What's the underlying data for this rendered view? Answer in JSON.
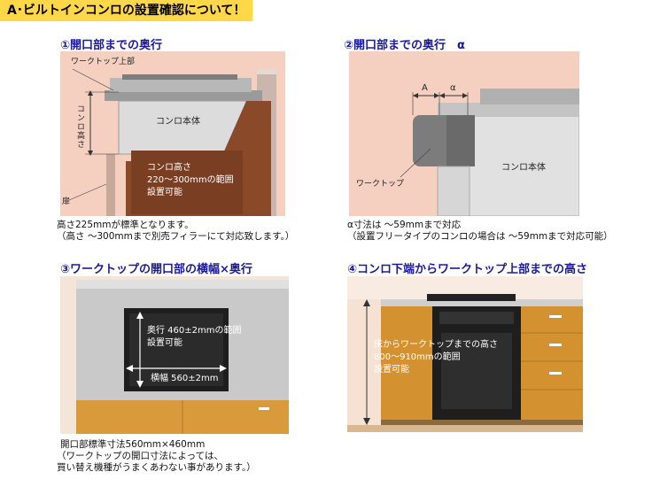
{
  "title": "A･ビルトインコンロの設置確認について！",
  "sections": [
    {
      "title": "①開口部までの奥行",
      "labels": {
        "worktop_top": "ワークトップ上部",
        "stove_body": "コンロ本体",
        "stove_height_v": "コンロ高さ",
        "door": "扉",
        "range_line1": "コンロ高さ",
        "range_line2": "220～300mmの範囲",
        "range_line3": "設置可能"
      },
      "notes": [
        "高さ225mmが標準となります。",
        "（高さ ～300mmまで別売フィラーにて対応致します。）"
      ]
    },
    {
      "title": "②開口部までの奥行　α",
      "labels": {
        "A": "A",
        "alpha": "α",
        "worktop": "ワークトップ",
        "stove_body": "コンロ本体"
      },
      "notes": [
        "α寸法は ～59mmまで対応",
        "（設置フリータイプのコンロの場合は ～59mmまで対応可能）"
      ]
    },
    {
      "title": "③ワークトップの開口部の横幅×奥行",
      "labels": {
        "depth_line1": "奥行 460±2mmの範囲",
        "depth_line2": "設置可能",
        "width": "横幅 560±2mm"
      },
      "notes": [
        "開口部標準寸法560mm×460mm",
        "（ワークトップの開口寸法によっては、",
        "買い替え機種がうまくあわない事があります。）"
      ]
    },
    {
      "title": "④コンロ下端からワークトップ上部までの高さ",
      "labels": {
        "line1": "床からワークトップまでの高さ",
        "line2": "800～910mmの範囲",
        "line3": "設置可能"
      }
    }
  ]
}
